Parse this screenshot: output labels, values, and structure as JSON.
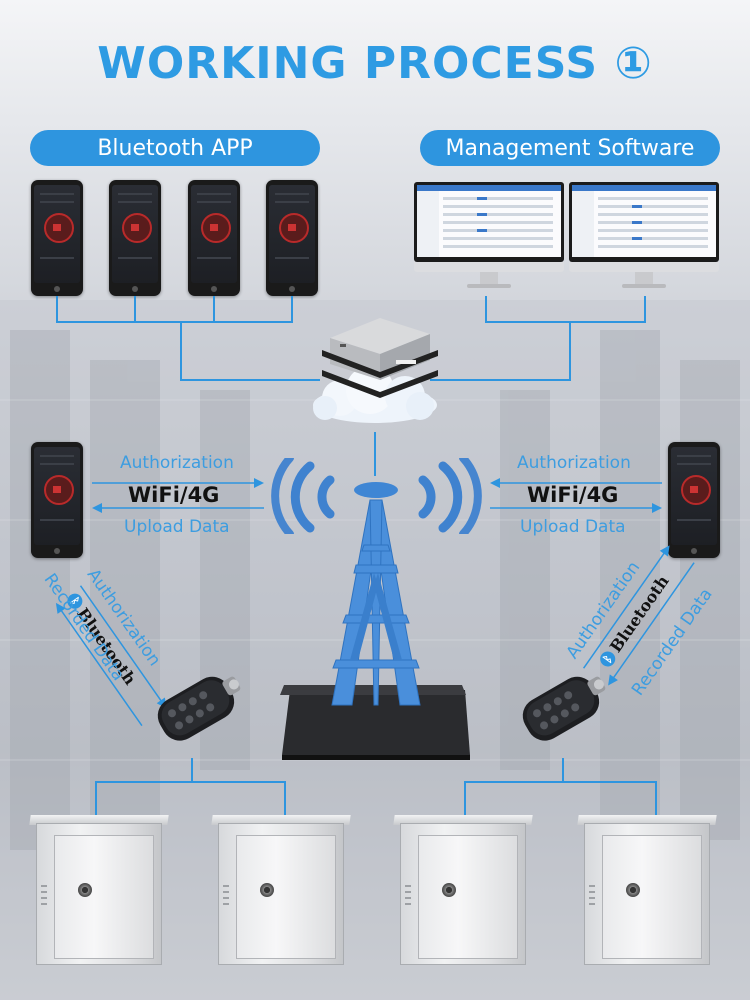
{
  "title": "WORKING PROCESS ①",
  "pills": {
    "left": "Bluetooth APP",
    "right": "Management Software"
  },
  "left_link": {
    "authorization": "Authorization",
    "network": "WiFi/4G",
    "upload": "Upload Data",
    "bt_authorization": "Authorization",
    "bt_label": "Bluetooth",
    "bt_recorded": "Recorded Data"
  },
  "right_link": {
    "authorization": "Authorization",
    "network": "WiFi/4G",
    "upload": "Upload Data",
    "bt_authorization": "Authorization",
    "bt_label": "Bluetooth",
    "bt_recorded": "Recorded Data"
  },
  "colors": {
    "accent": "#2e95df",
    "title": "#2e9be3",
    "label": "#3d9de0"
  },
  "icons": [
    "smartphone-icon",
    "monitor-icon",
    "server-icon",
    "cloud-icon",
    "signal-tower-icon",
    "wifi-wave-icon",
    "bluetooth-icon",
    "electronic-lock-icon",
    "cabinet-icon"
  ]
}
